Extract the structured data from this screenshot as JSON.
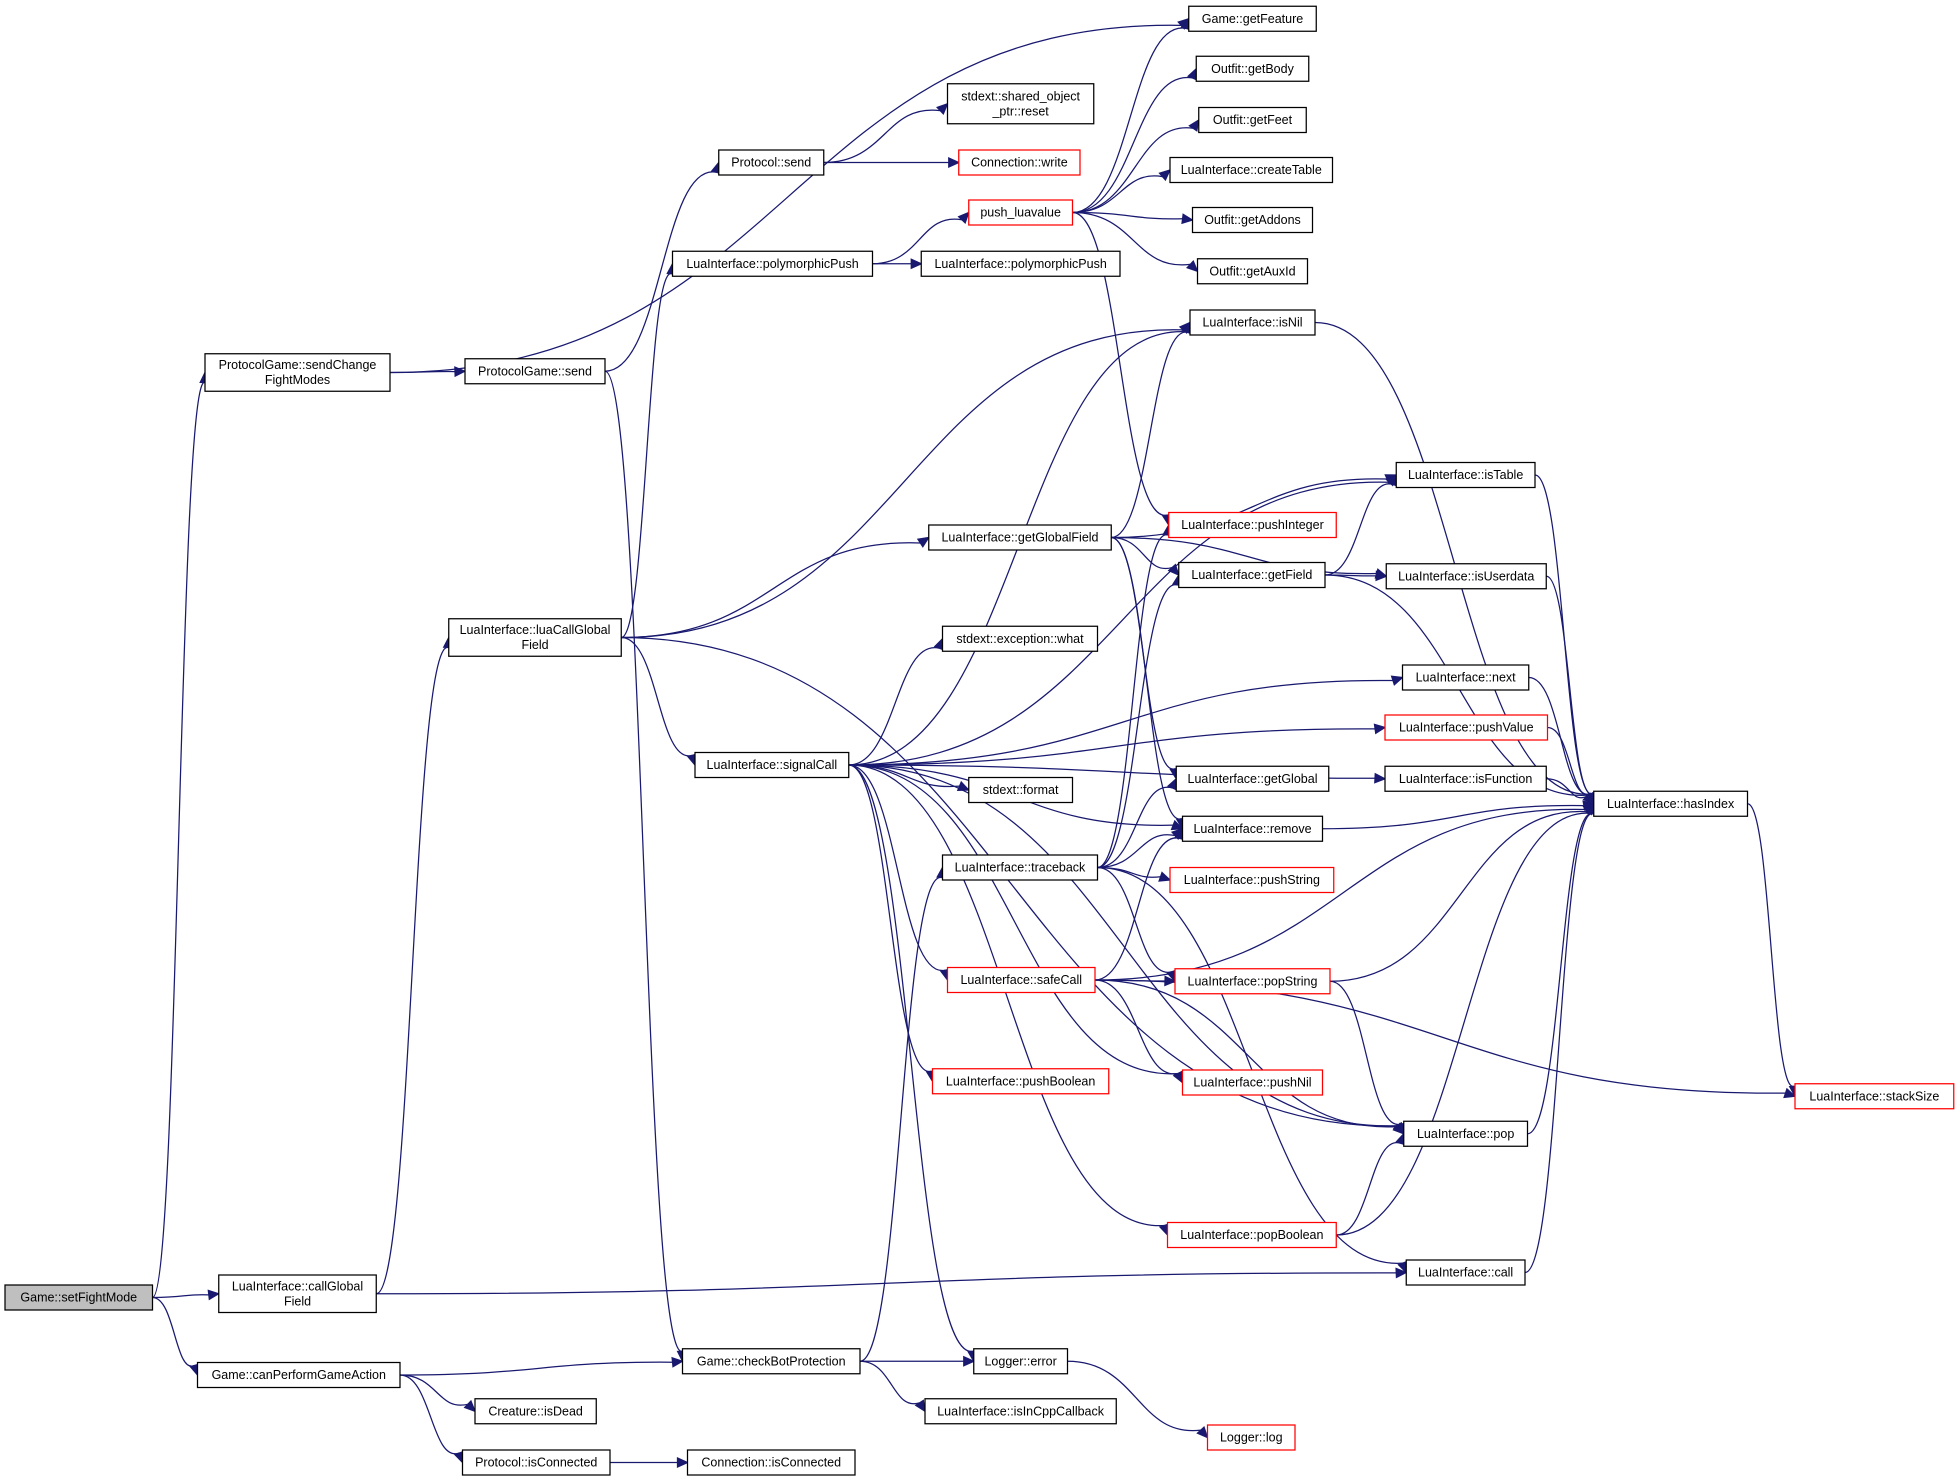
{
  "graph": {
    "nodes": [
      {
        "id": "setFightMode",
        "lines": [
          "Game::setFightMode"
        ],
        "style": "root"
      },
      {
        "id": "sendChangeFightModes",
        "lines": [
          "ProtocolGame::sendChange",
          "FightModes"
        ],
        "style": "normal"
      },
      {
        "id": "callGlobalField",
        "lines": [
          "LuaInterface::callGlobal",
          "Field"
        ],
        "style": "normal"
      },
      {
        "id": "canPerformGameAction",
        "lines": [
          "Game::canPerformGameAction"
        ],
        "style": "normal"
      },
      {
        "id": "protoGameSend",
        "lines": [
          "ProtocolGame::send"
        ],
        "style": "normal"
      },
      {
        "id": "luaCallGlobalField",
        "lines": [
          "LuaInterface::luaCallGlobal",
          "Field"
        ],
        "style": "normal"
      },
      {
        "id": "checkBotProtection",
        "lines": [
          "Game::checkBotProtection"
        ],
        "style": "normal"
      },
      {
        "id": "creatureIsDead",
        "lines": [
          "Creature::isDead"
        ],
        "style": "normal"
      },
      {
        "id": "protocolIsConnected",
        "lines": [
          "Protocol::isConnected"
        ],
        "style": "normal"
      },
      {
        "id": "protocolSend",
        "lines": [
          "Protocol::send"
        ],
        "style": "normal"
      },
      {
        "id": "polyPush1",
        "lines": [
          "LuaInterface::polymorphicPush"
        ],
        "style": "normal"
      },
      {
        "id": "signalCall",
        "lines": [
          "LuaInterface::signalCall"
        ],
        "style": "normal"
      },
      {
        "id": "connIsConnected",
        "lines": [
          "Connection::isConnected"
        ],
        "style": "normal"
      },
      {
        "id": "sharedReset",
        "lines": [
          "stdext::shared_object",
          "_ptr::reset"
        ],
        "style": "normal"
      },
      {
        "id": "connWrite",
        "lines": [
          "Connection::write"
        ],
        "style": "red"
      },
      {
        "id": "pushLuavalue",
        "lines": [
          "push_luavalue"
        ],
        "style": "red"
      },
      {
        "id": "polyPush2",
        "lines": [
          "LuaInterface::polymorphicPush"
        ],
        "style": "normal"
      },
      {
        "id": "getGlobalField",
        "lines": [
          "LuaInterface::getGlobalField"
        ],
        "style": "normal"
      },
      {
        "id": "exceptionWhat",
        "lines": [
          "stdext::exception::what"
        ],
        "style": "normal"
      },
      {
        "id": "stdextFormat",
        "lines": [
          "stdext::format"
        ],
        "style": "normal"
      },
      {
        "id": "traceback",
        "lines": [
          "LuaInterface::traceback"
        ],
        "style": "normal"
      },
      {
        "id": "safeCall",
        "lines": [
          "LuaInterface::safeCall"
        ],
        "style": "red"
      },
      {
        "id": "pushBoolean",
        "lines": [
          "LuaInterface::pushBoolean"
        ],
        "style": "red"
      },
      {
        "id": "loggerError",
        "lines": [
          "Logger::error"
        ],
        "style": "normal"
      },
      {
        "id": "isInCppCallback",
        "lines": [
          "LuaInterface::isInCppCallback"
        ],
        "style": "normal"
      },
      {
        "id": "getFeature",
        "lines": [
          "Game::getFeature"
        ],
        "style": "normal"
      },
      {
        "id": "getBody",
        "lines": [
          "Outfit::getBody"
        ],
        "style": "normal"
      },
      {
        "id": "getFeet",
        "lines": [
          "Outfit::getFeet"
        ],
        "style": "normal"
      },
      {
        "id": "createTable",
        "lines": [
          "LuaInterface::createTable"
        ],
        "style": "normal"
      },
      {
        "id": "getAddons",
        "lines": [
          "Outfit::getAddons"
        ],
        "style": "normal"
      },
      {
        "id": "getAuxId",
        "lines": [
          "Outfit::getAuxId"
        ],
        "style": "normal"
      },
      {
        "id": "isNil",
        "lines": [
          "LuaInterface::isNil"
        ],
        "style": "normal"
      },
      {
        "id": "pushInteger",
        "lines": [
          "LuaInterface::pushInteger"
        ],
        "style": "red"
      },
      {
        "id": "getField",
        "lines": [
          "LuaInterface::getField"
        ],
        "style": "normal"
      },
      {
        "id": "getGlobal",
        "lines": [
          "LuaInterface::getGlobal"
        ],
        "style": "normal"
      },
      {
        "id": "remove",
        "lines": [
          "LuaInterface::remove"
        ],
        "style": "normal"
      },
      {
        "id": "pushString",
        "lines": [
          "LuaInterface::pushString"
        ],
        "style": "red"
      },
      {
        "id": "popString",
        "lines": [
          "LuaInterface::popString"
        ],
        "style": "red"
      },
      {
        "id": "pushNil",
        "lines": [
          "LuaInterface::pushNil"
        ],
        "style": "red"
      },
      {
        "id": "popBoolean",
        "lines": [
          "LuaInterface::popBoolean"
        ],
        "style": "red"
      },
      {
        "id": "loggerLog",
        "lines": [
          "Logger::log"
        ],
        "style": "red"
      },
      {
        "id": "isTable",
        "lines": [
          "LuaInterface::isTable"
        ],
        "style": "normal"
      },
      {
        "id": "isUserdata",
        "lines": [
          "LuaInterface::isUserdata"
        ],
        "style": "normal"
      },
      {
        "id": "next",
        "lines": [
          "LuaInterface::next"
        ],
        "style": "normal"
      },
      {
        "id": "pushValue",
        "lines": [
          "LuaInterface::pushValue"
        ],
        "style": "red"
      },
      {
        "id": "isFunction",
        "lines": [
          "LuaInterface::isFunction"
        ],
        "style": "normal"
      },
      {
        "id": "pop",
        "lines": [
          "LuaInterface::pop"
        ],
        "style": "normal"
      },
      {
        "id": "call",
        "lines": [
          "LuaInterface::call"
        ],
        "style": "normal"
      },
      {
        "id": "hasIndex",
        "lines": [
          "LuaInterface::hasIndex"
        ],
        "style": "normal"
      },
      {
        "id": "stackSize",
        "lines": [
          "LuaInterface::stackSize"
        ],
        "style": "red"
      }
    ],
    "edges": [
      [
        "setFightMode",
        "sendChangeFightModes"
      ],
      [
        "setFightMode",
        "callGlobalField"
      ],
      [
        "setFightMode",
        "canPerformGameAction"
      ],
      [
        "sendChangeFightModes",
        "protoGameSend"
      ],
      [
        "sendChangeFightModes",
        "getFeature"
      ],
      [
        "protoGameSend",
        "protocolSend"
      ],
      [
        "protoGameSend",
        "checkBotProtection"
      ],
      [
        "protocolSend",
        "sharedReset"
      ],
      [
        "protocolSend",
        "connWrite"
      ],
      [
        "callGlobalField",
        "luaCallGlobalField"
      ],
      [
        "callGlobalField",
        "call"
      ],
      [
        "luaCallGlobalField",
        "polyPush1"
      ],
      [
        "luaCallGlobalField",
        "getGlobalField"
      ],
      [
        "luaCallGlobalField",
        "isNil"
      ],
      [
        "luaCallGlobalField",
        "signalCall"
      ],
      [
        "luaCallGlobalField",
        "pop"
      ],
      [
        "polyPush1",
        "pushLuavalue"
      ],
      [
        "polyPush1",
        "polyPush2"
      ],
      [
        "pushLuavalue",
        "getFeature"
      ],
      [
        "pushLuavalue",
        "getBody"
      ],
      [
        "pushLuavalue",
        "getFeet"
      ],
      [
        "pushLuavalue",
        "createTable"
      ],
      [
        "pushLuavalue",
        "getAddons"
      ],
      [
        "pushLuavalue",
        "getAuxId"
      ],
      [
        "pushLuavalue",
        "pushInteger"
      ],
      [
        "getGlobalField",
        "isNil"
      ],
      [
        "getGlobalField",
        "isTable"
      ],
      [
        "getGlobalField",
        "isUserdata"
      ],
      [
        "getGlobalField",
        "getField"
      ],
      [
        "getGlobalField",
        "getGlobal"
      ],
      [
        "getGlobalField",
        "remove"
      ],
      [
        "getField",
        "isTable"
      ],
      [
        "getField",
        "isUserdata"
      ],
      [
        "getField",
        "hasIndex"
      ],
      [
        "signalCall",
        "isNil"
      ],
      [
        "signalCall",
        "isTable"
      ],
      [
        "signalCall",
        "exceptionWhat"
      ],
      [
        "signalCall",
        "next"
      ],
      [
        "signalCall",
        "pushValue"
      ],
      [
        "signalCall",
        "isFunction"
      ],
      [
        "signalCall",
        "stdextFormat"
      ],
      [
        "signalCall",
        "safeCall"
      ],
      [
        "signalCall",
        "pushBoolean"
      ],
      [
        "signalCall",
        "pushNil"
      ],
      [
        "signalCall",
        "popBoolean"
      ],
      [
        "signalCall",
        "loggerError"
      ],
      [
        "signalCall",
        "pop"
      ],
      [
        "signalCall",
        "remove"
      ],
      [
        "traceback",
        "getGlobal"
      ],
      [
        "traceback",
        "getField"
      ],
      [
        "traceback",
        "remove"
      ],
      [
        "traceback",
        "pushString"
      ],
      [
        "traceback",
        "popString"
      ],
      [
        "traceback",
        "pushInteger"
      ],
      [
        "traceback",
        "call"
      ],
      [
        "safeCall",
        "remove"
      ],
      [
        "safeCall",
        "popString"
      ],
      [
        "safeCall",
        "pushNil"
      ],
      [
        "safeCall",
        "pop"
      ],
      [
        "safeCall",
        "hasIndex"
      ],
      [
        "safeCall",
        "stackSize"
      ],
      [
        "checkBotProtection",
        "traceback"
      ],
      [
        "checkBotProtection",
        "loggerError"
      ],
      [
        "checkBotProtection",
        "isInCppCallback"
      ],
      [
        "canPerformGameAction",
        "checkBotProtection"
      ],
      [
        "canPerformGameAction",
        "creatureIsDead"
      ],
      [
        "canPerformGameAction",
        "protocolIsConnected"
      ],
      [
        "protocolIsConnected",
        "connIsConnected"
      ],
      [
        "loggerError",
        "loggerLog"
      ],
      [
        "isNil",
        "hasIndex"
      ],
      [
        "isTable",
        "hasIndex"
      ],
      [
        "isUserdata",
        "hasIndex"
      ],
      [
        "next",
        "hasIndex"
      ],
      [
        "pushValue",
        "hasIndex"
      ],
      [
        "isFunction",
        "hasIndex"
      ],
      [
        "remove",
        "hasIndex"
      ],
      [
        "popString",
        "hasIndex"
      ],
      [
        "popString",
        "pop"
      ],
      [
        "popBoolean",
        "pop"
      ],
      [
        "popBoolean",
        "hasIndex"
      ],
      [
        "pop",
        "hasIndex"
      ],
      [
        "call",
        "hasIndex"
      ],
      [
        "hasIndex",
        "stackSize"
      ]
    ]
  }
}
